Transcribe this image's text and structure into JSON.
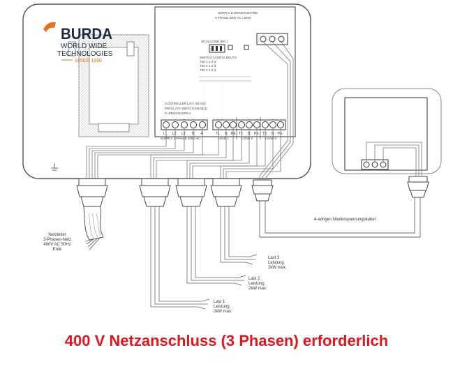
{
  "logo": {
    "brand": "BURDA",
    "line1": "WORLD WIDE",
    "line2": "TECHNOLOGIES",
    "since": "SINCE 1990",
    "brand_color": "#1f2a44",
    "accent_color": "#e8701b"
  },
  "board": {
    "title_line1": "SUPPLY & DRIVER BOARD",
    "title_line2": "3 PHASE 400V AC / 50Hz",
    "switch_label": "3P ADJ ONE (NO.)",
    "table_lines": [
      "SWITCH  CONFIG  BOLT'S",
      "T30    1    1-2-3",
      "T60    2    1-2-3",
      "T90    3    1-2-3"
    ],
    "notes": [
      "CONTROLLER LIST: KEYED",
      "PROG LTG SWITCH ENABLE",
      "P=PROG/SUPPLY"
    ],
    "supply_label": "SUPPLY 3 PHASE 400V AC",
    "supply_terminals": [
      "L1",
      "L2",
      "L3",
      "N",
      "⏚"
    ],
    "load_groups": [
      {
        "label": "LOAD 1",
        "terminals": [
          "T1",
          "N",
          "PE"
        ]
      },
      {
        "label": "LOAD 2",
        "terminals": [
          "T2",
          "N",
          "PE"
        ]
      },
      {
        "label": "LOAD 3",
        "terminals": [
          "T3",
          "N",
          "PE"
        ]
      }
    ]
  },
  "annotations": {
    "mains": [
      "Netzleiter",
      "3-Phasen-Netz",
      "400V AC 50Hz",
      "Erde"
    ],
    "cable": "4-adriges Niederspannungskabel",
    "loads": [
      [
        "Last 3",
        "Leistung",
        "2kW max."
      ],
      [
        "Last 2",
        "Leistung",
        "2kW max."
      ],
      [
        "Last 1",
        "Leistung",
        "2kW max."
      ]
    ]
  },
  "caption": {
    "text": "400 V Netzanschluss  (3 Phasen) erforderlich",
    "color": "#e8141b"
  }
}
